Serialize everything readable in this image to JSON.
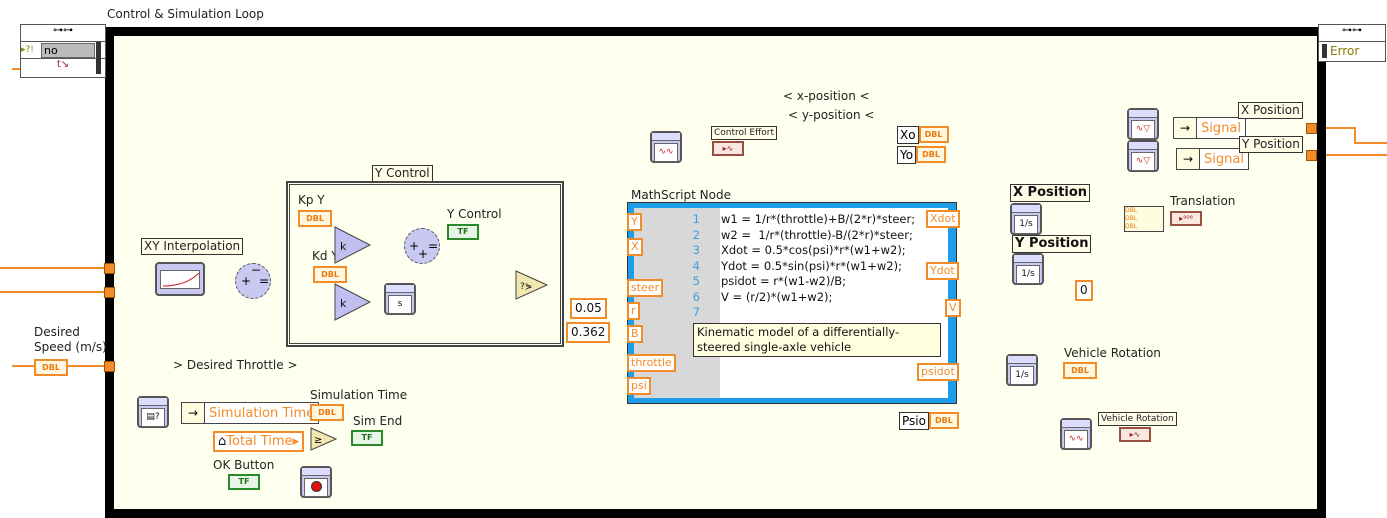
{
  "loop": {
    "title": "Control & Simulation Loop",
    "condition_value": "no",
    "error_label": "Error"
  },
  "wire_labels": {
    "x_position": "< x-position <",
    "y_position": "< y-position <",
    "desired_throttle": "> Desired Throttle >"
  },
  "controls": {
    "desired_speed_label": "Desired Speed (m/s)",
    "kp_label": "Kp Y",
    "kd_label": "Kd Y",
    "y_control_bool_label": "Y Control",
    "xo_label": "Xo",
    "yo_label": "Yo",
    "psio_label": "Psio",
    "ok_button_label": "OK Button",
    "dbl_tag": "DBL",
    "tf_tag": "TF"
  },
  "constants": {
    "r": "0.05",
    "B": "0.362",
    "zero": "0"
  },
  "nodes": {
    "xy_interpolation": "XY Interpolation",
    "y_control_box": "Y Control",
    "gain_symbol": "k",
    "derivative_symbol": "s",
    "integrator_symbol": "1/s",
    "control_effort": "Control Effort",
    "x_position_integrator": "X Position",
    "y_position_integrator": "Y Position",
    "translation": "Translation",
    "vehicle_rotation": "Vehicle Rotation",
    "vehicle_rotation_chart": "Vehicle Rotation",
    "simulation_time_label": "Simulation Time",
    "simulation_time_unbundle": "Simulation Time",
    "total_time": "Total Time",
    "sim_end": "Sim End",
    "signal_x": "Signal",
    "signal_y": "Signal",
    "x_position_out": "X Position",
    "y_position_out": "Y Position"
  },
  "mathscript": {
    "title": "MathScript Node",
    "inputs": [
      "Y",
      "X",
      "steer",
      "r",
      "B",
      "throttle",
      "psi"
    ],
    "outputs": [
      "Xdot",
      "Ydot",
      "V",
      "psidot"
    ],
    "lines": [
      {
        "n": "1",
        "code": "w1 = 1/r*(throttle)+B/(2*r)*steer;"
      },
      {
        "n": "2",
        "code": "w2 =  1/r*(throttle)-B/(2*r)*steer;"
      },
      {
        "n": "3",
        "code": ""
      },
      {
        "n": "4",
        "code": "Xdot = 0.5*cos(psi)*r*(w1+w2);"
      },
      {
        "n": "5",
        "code": "Ydot = 0.5*sin(psi)*r*(w1+w2);"
      },
      {
        "n": "6",
        "code": "psidot = r*(w1-w2)/B;"
      },
      {
        "n": "7",
        "code": "V = (r/2)*(w1+w2);"
      }
    ],
    "comment": "Kinematic model of a differentially-steered single-axle vehicle"
  },
  "colors": {
    "wire_double": "#f28c28",
    "wire_bool": "#2a8a2a",
    "wire_signal": "#ff40ff",
    "diagram_bg": "#fffff0",
    "mathscript_frame": "#1e9ee8"
  }
}
